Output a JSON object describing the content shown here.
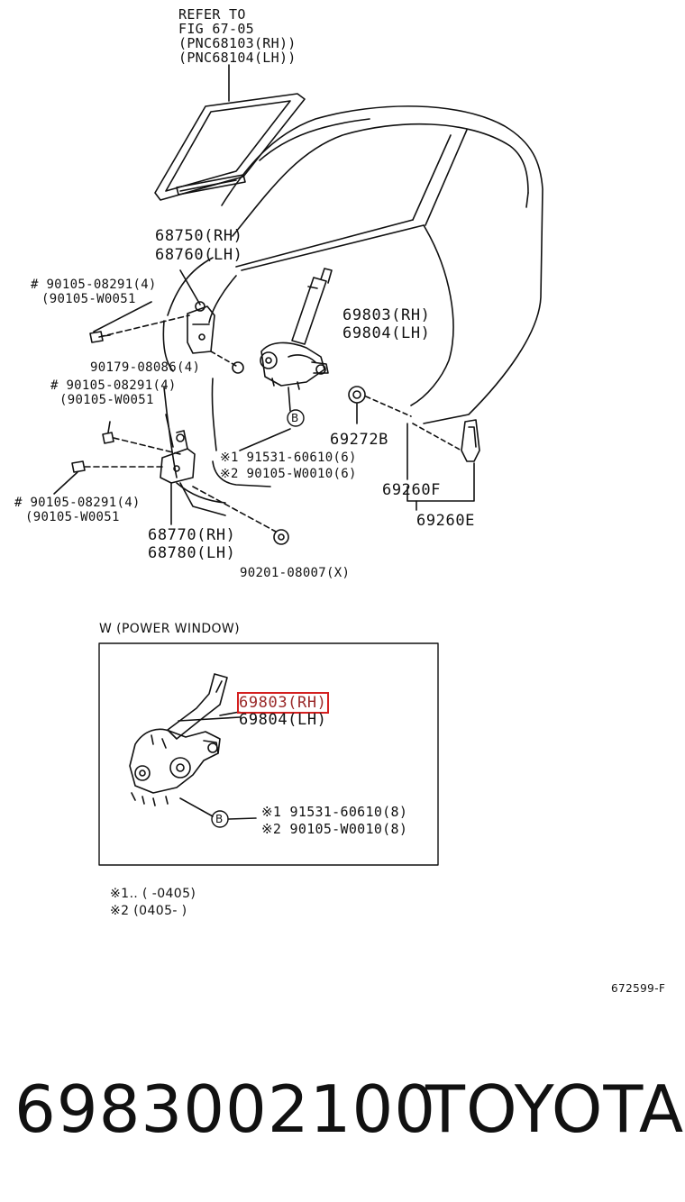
{
  "callouts": {
    "refer_line1": "REFER TO",
    "refer_line2": "FIG 67-05",
    "refer_line3": "(PNC68103(RH))",
    "refer_line4": "(PNC68104(LH))",
    "p68750": "68750(RH)",
    "p68760": "68760(LH)",
    "p90105_a": "# 90105-08291(4)",
    "p90105_a_alt": "(90105-W0051",
    "p69803": "69803(RH)",
    "p69804": "69804(LH)",
    "p90179": "90179-08086(4)",
    "p90105_b": "# 90105-08291(4)",
    "p90105_b_alt": "(90105-W0051",
    "p69272b": "69272B",
    "bolt1": "※1 91531-60610(6)",
    "bolt2": "※2 90105-W0010(6)",
    "p69260f": "69260F",
    "p90105_c": "# 90105-08291(4)",
    "p90105_c_alt": "(90105-W0051",
    "p68770": "68770(RH)",
    "p68780": "68780(LH)",
    "p69260e": "69260E",
    "p90201": "90201-08007(X)",
    "marker_b": "B"
  },
  "inset": {
    "title": "W (POWER WINDOW)",
    "p69803": "69803(RH)",
    "p69804": "69804(LH)",
    "bolt1": "※1 91531-60610(8)",
    "bolt2": "※2 90105-W0010(8)",
    "marker_b": "B"
  },
  "notes": {
    "note1": "※1‥  (      -0405)",
    "note2": "※2   (0405-      )"
  },
  "figure_code": "672599-F",
  "footer": {
    "part_number": "6983002100",
    "brand": "TOYOTA"
  },
  "highlight_color": "#d42020"
}
